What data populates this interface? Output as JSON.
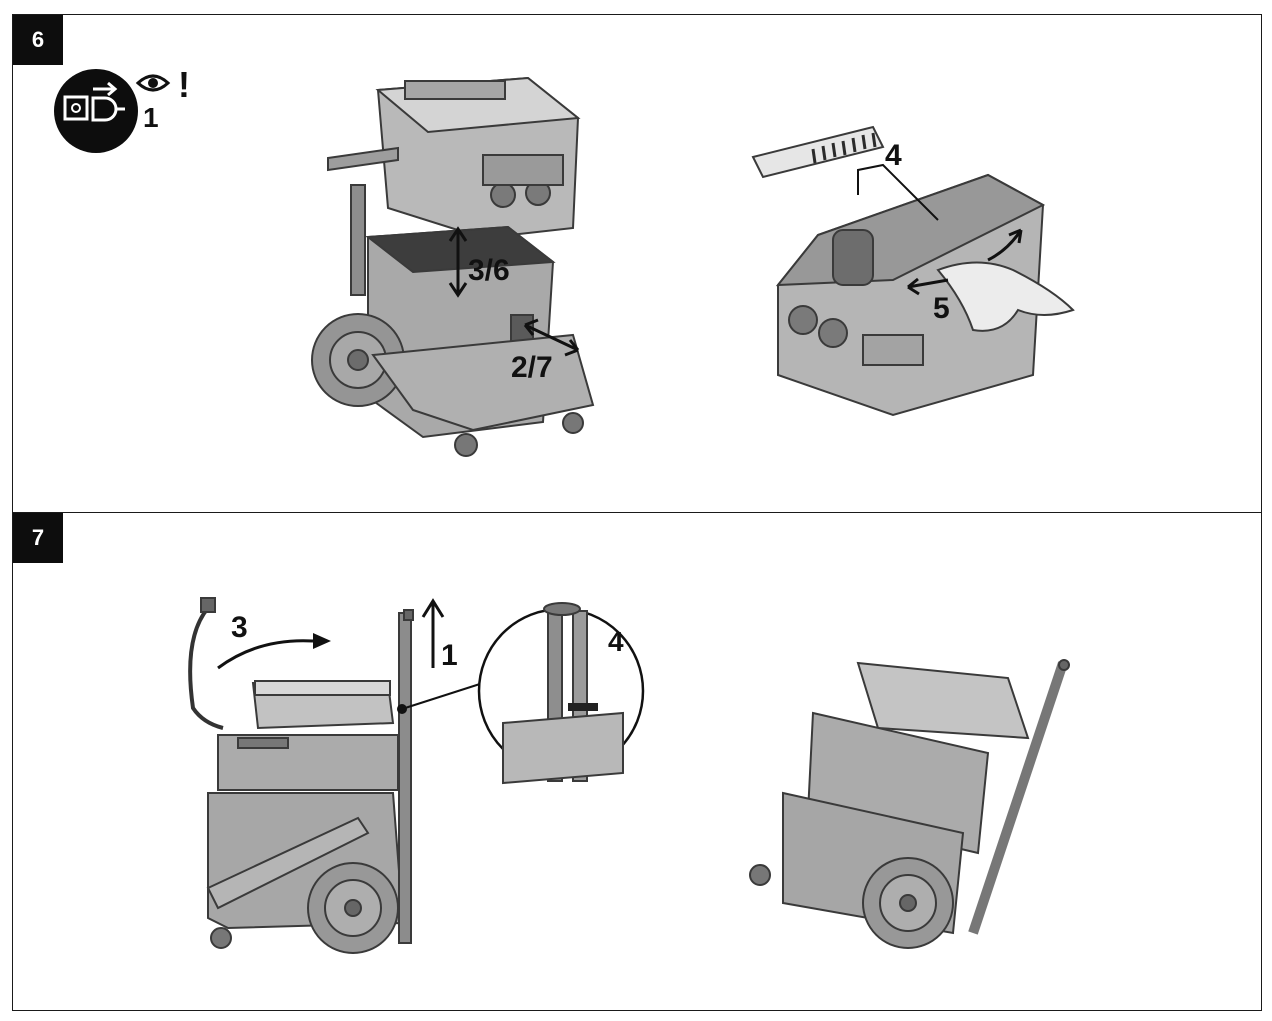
{
  "panels": [
    {
      "number": "6",
      "safety_step": "1",
      "safety_mark": "!",
      "callouts": {
        "lift": "3/6",
        "latch": "2/7",
        "filter": "4",
        "wipe": "5"
      }
    },
    {
      "number": "7",
      "callouts": {
        "pull_handle": "1",
        "rotate_hose": "3",
        "clip": "4"
      }
    }
  ],
  "icons": [
    "unplug-icon",
    "eye-icon"
  ]
}
